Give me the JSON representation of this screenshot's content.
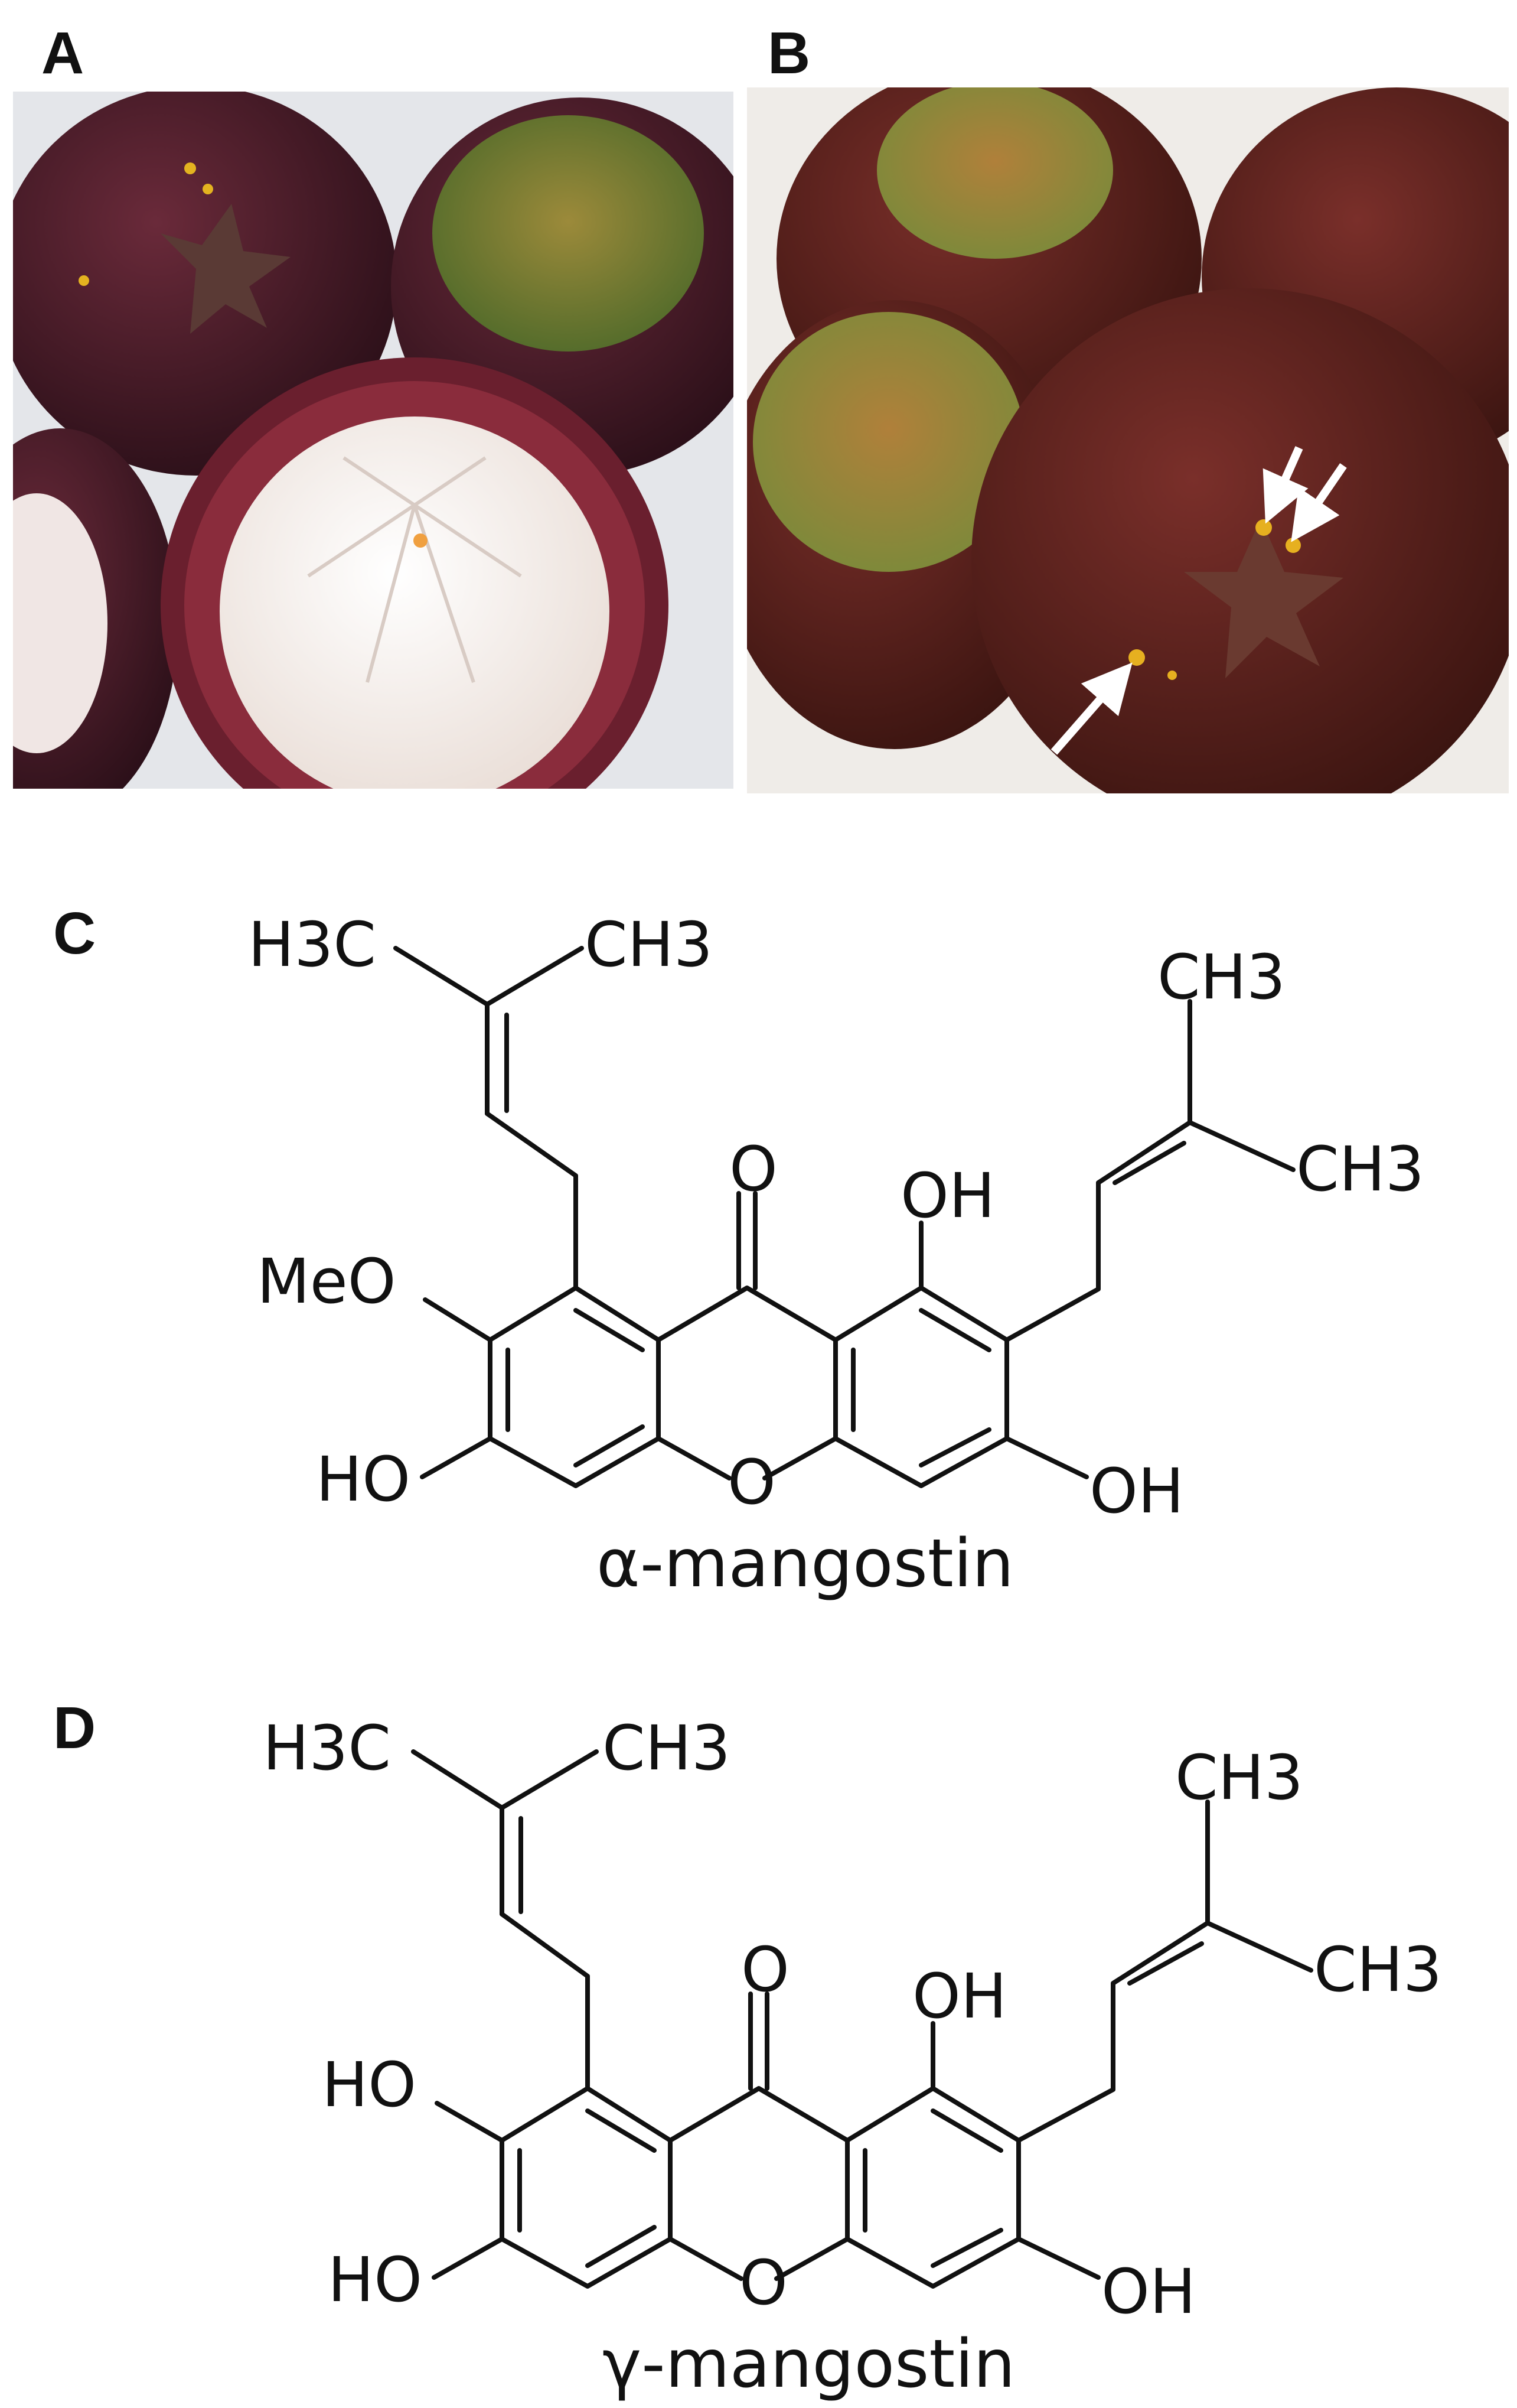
{
  "panels": {
    "a": {
      "label": "A"
    },
    "b": {
      "label": "B"
    },
    "c": {
      "label": "C",
      "compound": "α-mangostin",
      "atoms": {
        "left_methyl_1": "H3C",
        "left_methyl_2": "CH3",
        "right_methyl_1": "CH3",
        "right_methyl_2": "CH3",
        "carbonyl_o": "O",
        "oh_top": "OH",
        "substituent_upper_left": "MeO",
        "oh_lower_left": "HO",
        "ring_o": "O",
        "oh_lower_right": "OH"
      }
    },
    "d": {
      "label": "D",
      "compound": "γ-mangostin",
      "atoms": {
        "left_methyl_1": "H3C",
        "left_methyl_2": "CH3",
        "right_methyl_1": "CH3",
        "right_methyl_2": "CH3",
        "carbonyl_o": "O",
        "oh_top": "OH",
        "substituent_upper_left": "HO",
        "oh_lower_left": "HO",
        "ring_o": "O",
        "oh_lower_right": "OH"
      }
    }
  }
}
